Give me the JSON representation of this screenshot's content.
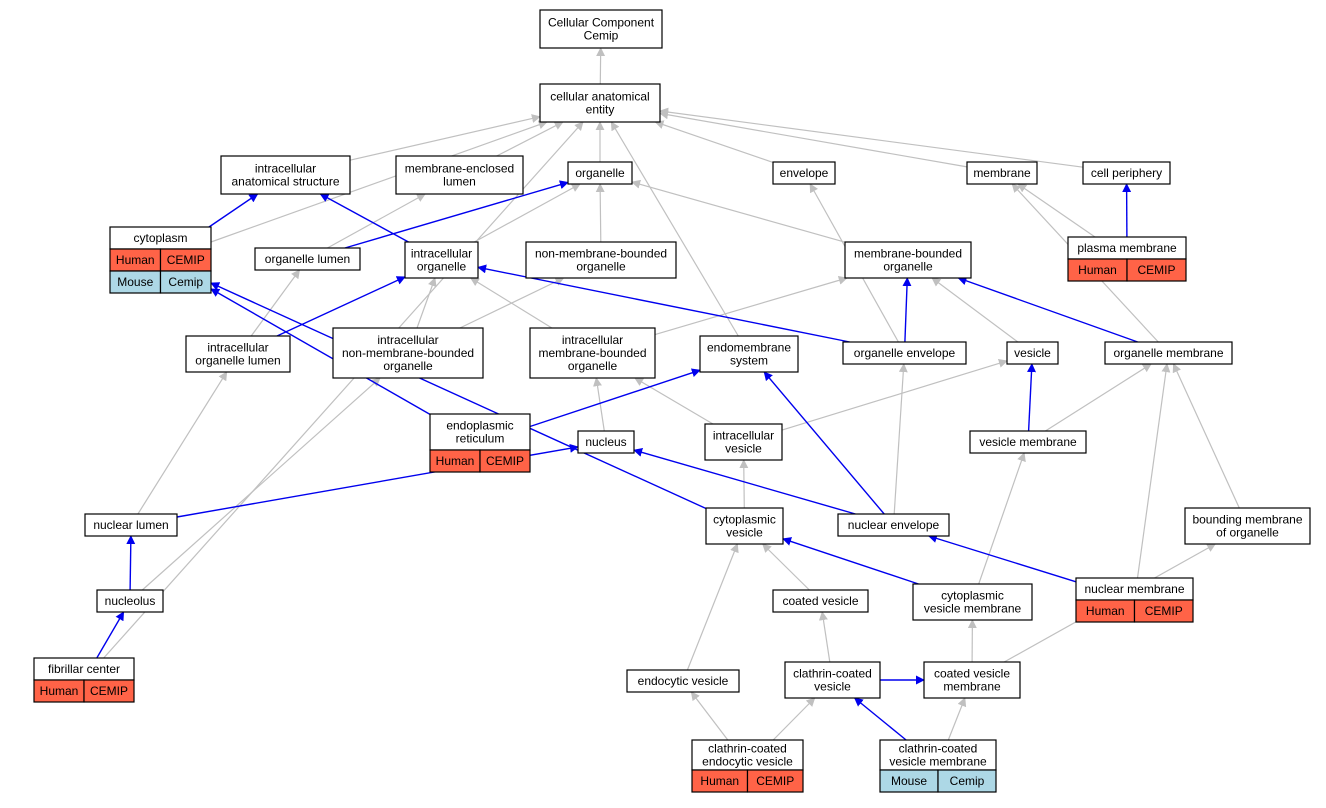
{
  "colors": {
    "human": "#ff6347",
    "mouse": "#add8e6",
    "edge_is_a": "#c0c0c0",
    "edge_part_of": "#0000ee"
  },
  "nodes": {
    "root": [
      "Cellular Component",
      "Cemip"
    ],
    "cae": [
      "cellular anatomical",
      "entity"
    ],
    "ias": [
      "intracellular",
      "anatomical structure"
    ],
    "mel": [
      "membrane-enclosed",
      "lumen"
    ],
    "org": [
      "organelle"
    ],
    "env": [
      "envelope"
    ],
    "mem": [
      "membrane"
    ],
    "cper": [
      "cell periphery"
    ],
    "cyto": [
      "cytoplasm"
    ],
    "orgl": [
      "organelle lumen"
    ],
    "io": [
      "intracellular",
      "organelle"
    ],
    "nmbo": [
      "non-membrane-bounded",
      "organelle"
    ],
    "mbo": [
      "membrane-bounded",
      "organelle"
    ],
    "pm": [
      "plasma membrane"
    ],
    "iol": [
      "intracellular",
      "organelle lumen"
    ],
    "inmbo": [
      "intracellular",
      "non-membrane-bounded",
      "organelle"
    ],
    "imbo": [
      "intracellular",
      "membrane-bounded",
      "organelle"
    ],
    "ems": [
      "endomembrane",
      "system"
    ],
    "oenv": [
      "organelle envelope"
    ],
    "ves": [
      "vesicle"
    ],
    "omem": [
      "organelle membrane"
    ],
    "er": [
      "endoplasmic",
      "reticulum"
    ],
    "nuc": [
      "nucleus"
    ],
    "iv": [
      "intracellular",
      "vesicle"
    ],
    "vmem": [
      "vesicle membrane"
    ],
    "nlum": [
      "nuclear lumen"
    ],
    "cv": [
      "cytoplasmic",
      "vesicle"
    ],
    "nenv": [
      "nuclear envelope"
    ],
    "bmo": [
      "bounding membrane",
      "of organelle"
    ],
    "nucl": [
      "nucleolus"
    ],
    "coat": [
      "coated vesicle"
    ],
    "cvm": [
      "cytoplasmic",
      "vesicle membrane"
    ],
    "nmem": [
      "nuclear membrane"
    ],
    "fc": [
      "fibrillar center"
    ],
    "endv": [
      "endocytic vesicle"
    ],
    "ccv": [
      "clathrin-coated",
      "vesicle"
    ],
    "cvmem": [
      "coated vesicle",
      "membrane"
    ],
    "ccev": [
      "clathrin-coated",
      "endocytic vesicle"
    ],
    "ccvm": [
      "clathrin-coated",
      "vesicle membrane"
    ]
  },
  "annotations": {
    "cyto": [
      [
        "Human",
        "CEMIP"
      ],
      [
        "Mouse",
        "Cemip"
      ]
    ],
    "pm": [
      [
        "Human",
        "CEMIP"
      ]
    ],
    "er": [
      [
        "Human",
        "CEMIP"
      ]
    ],
    "nmem": [
      [
        "Human",
        "CEMIP"
      ]
    ],
    "fc": [
      [
        "Human",
        "CEMIP"
      ]
    ],
    "ccev": [
      [
        "Human",
        "CEMIP"
      ]
    ],
    "ccvm": [
      [
        "Mouse",
        "Cemip"
      ]
    ]
  },
  "edges_is_a": [
    [
      "cae",
      "root"
    ],
    [
      "ias",
      "cae"
    ],
    [
      "mel",
      "cae"
    ],
    [
      "org",
      "cae"
    ],
    [
      "env",
      "cae"
    ],
    [
      "mem",
      "cae"
    ],
    [
      "cper",
      "cae"
    ],
    [
      "cyto",
      "cae"
    ],
    [
      "fc",
      "cae"
    ],
    [
      "ems",
      "cae"
    ],
    [
      "orgl",
      "mel"
    ],
    [
      "io",
      "org"
    ],
    [
      "nmbo",
      "org"
    ],
    [
      "mbo",
      "org"
    ],
    [
      "pm",
      "mem"
    ],
    [
      "iol",
      "orgl"
    ],
    [
      "inmbo",
      "io"
    ],
    [
      "inmbo",
      "nmbo"
    ],
    [
      "imbo",
      "io"
    ],
    [
      "imbo",
      "mbo"
    ],
    [
      "oenv",
      "env"
    ],
    [
      "ves",
      "mbo"
    ],
    [
      "omem",
      "mem"
    ],
    [
      "nuc",
      "imbo"
    ],
    [
      "iv",
      "imbo"
    ],
    [
      "iv",
      "ves"
    ],
    [
      "vmem",
      "omem"
    ],
    [
      "nlum",
      "iol"
    ],
    [
      "cv",
      "iv"
    ],
    [
      "nenv",
      "oenv"
    ],
    [
      "bmo",
      "omem"
    ],
    [
      "nucl",
      "inmbo"
    ],
    [
      "coat",
      "cv"
    ],
    [
      "cvm",
      "vmem"
    ],
    [
      "nmem",
      "omem"
    ],
    [
      "endv",
      "cv"
    ],
    [
      "ccv",
      "coat"
    ],
    [
      "cvmem",
      "cvm"
    ],
    [
      "cvmem",
      "bmo"
    ],
    [
      "ccev",
      "endv"
    ],
    [
      "ccev",
      "ccv"
    ],
    [
      "ccvm",
      "cvmem"
    ]
  ],
  "edges_part_of": [
    [
      "cyto",
      "ias"
    ],
    [
      "io",
      "ias"
    ],
    [
      "orgl",
      "org"
    ],
    [
      "iol",
      "io"
    ],
    [
      "oenv",
      "io"
    ],
    [
      "oenv",
      "mbo"
    ],
    [
      "omem",
      "mbo"
    ],
    [
      "pm",
      "cper"
    ],
    [
      "er",
      "ems"
    ],
    [
      "er",
      "cyto"
    ],
    [
      "vmem",
      "ves"
    ],
    [
      "nlum",
      "nuc"
    ],
    [
      "cv",
      "cyto"
    ],
    [
      "nenv",
      "nuc"
    ],
    [
      "nenv",
      "ems"
    ],
    [
      "nucl",
      "nlum"
    ],
    [
      "cvm",
      "cv"
    ],
    [
      "nmem",
      "nenv"
    ],
    [
      "fc",
      "nucl"
    ],
    [
      "ccv",
      "cvmem"
    ],
    [
      "ccvm",
      "ccv"
    ]
  ]
}
